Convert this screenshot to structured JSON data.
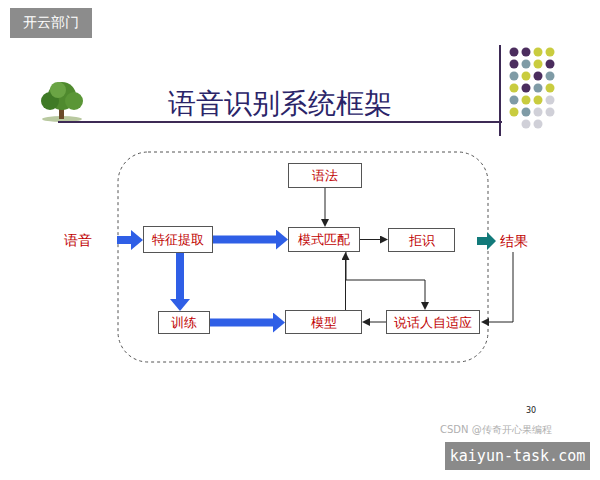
{
  "diagram": {
    "title": "语音识别系统框架",
    "nodes": [
      {
        "text": [
          "语法"
        ]
      },
      {
        "text": [
          "特征提取"
        ]
      },
      {
        "text": [
          "模式匹配"
        ]
      },
      {
        "text": [
          "拒识"
        ]
      },
      {
        "text": [
          "训练"
        ]
      },
      {
        "text": [
          "模型"
        ]
      },
      {
        "text": [
          "说话人自适应"
        ]
      }
    ],
    "edges": [
      {
        "from": 0,
        "to": 2,
        "arrow": "to"
      },
      {
        "from": 1,
        "to": 2,
        "arrow": "to"
      },
      {
        "from": 1,
        "to": 4,
        "arrow": "to"
      },
      {
        "from": 4,
        "to": 5,
        "arrow": "to"
      },
      {
        "from": 5,
        "to": 2,
        "arrow": "to"
      },
      {
        "from": 2,
        "to": 3,
        "arrow": "to"
      },
      {
        "from": 2,
        "to": 6,
        "arrow": "to"
      },
      {
        "from": 6,
        "to": 5,
        "arrow": "to"
      }
    ],
    "labels": [
      "开云部门",
      "语音",
      "结果",
      "30",
      "CSDN @传奇开心果编程",
      "kaiyun-task.com"
    ]
  }
}
